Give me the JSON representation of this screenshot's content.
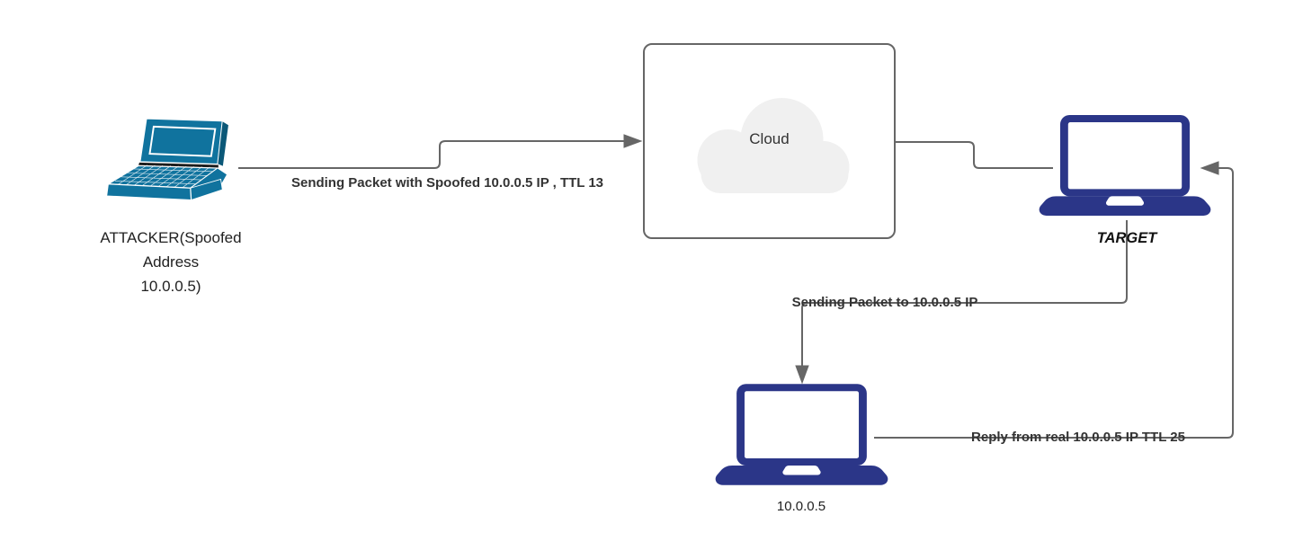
{
  "diagram": {
    "title": "IP spoofing network diagram",
    "background": "#ffffff"
  },
  "colors": {
    "connector": "#666666",
    "edge_label_text": "#333333",
    "node_label_text": "#222222",
    "attacker_laptop_fill": "#10739E",
    "attacker_laptop_edge": "#0b5878",
    "navy_laptop_fill": "#2b3688",
    "cloud_box_border": "#666666",
    "cloud_glyph_fill": "#f0f0f0"
  },
  "nodes": {
    "attacker": {
      "label_lines": [
        "ATTACKER(Spoofed",
        "Address",
        "10.0.0.5)"
      ]
    },
    "cloud": {
      "label": "Cloud"
    },
    "target": {
      "label": "TARGET"
    },
    "real_host": {
      "label": "10.0.0.5"
    }
  },
  "edges": {
    "attacker_to_cloud": {
      "label": "Sending Packet with Spoofed 10.0.0.5 IP , TTL 13"
    },
    "target_to_host": {
      "label": "Sending Packet to 10.0.0.5 IP"
    },
    "host_to_target": {
      "label": "Reply from real 10.0.0.5 IP TTL 25"
    }
  }
}
